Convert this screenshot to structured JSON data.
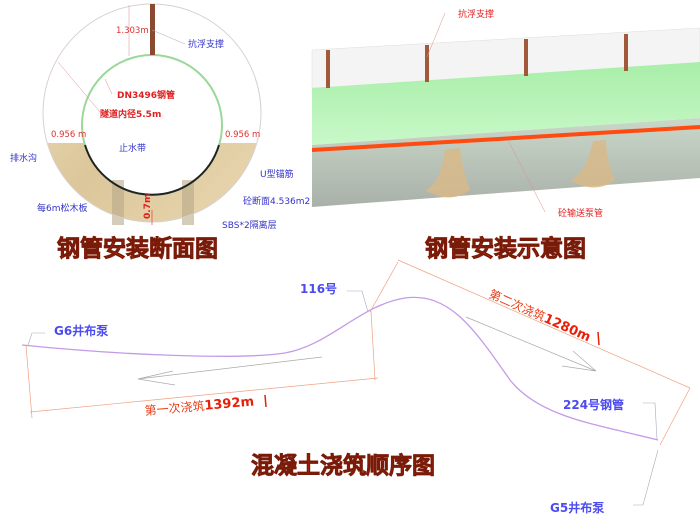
{
  "section": {
    "title": "钢管安装断面图",
    "labels": {
      "top_clearance": "1.303m",
      "anti_float": "抗浮支撑",
      "steel_pipe": "DN3496钢管",
      "tunnel_diameter": "隧道内径5.5m",
      "left_gap": "0.956 m",
      "right_gap": "0.956 m",
      "waterstop": "止水带",
      "drain": "排水沟",
      "u_anchor": "U型锚筋",
      "concrete_area": "砼断面4.536m2",
      "formwork": "每6m松木板",
      "bottom_thickness": "0.7m",
      "sbs": "SBS*2隔离层"
    }
  },
  "schematic": {
    "title": "钢管安装示意图",
    "labels": {
      "anti_float": "抗浮支撑",
      "pump_pipe": "砼输送泵管"
    }
  },
  "sequence": {
    "title": "混凝土浇筑顺序图",
    "labels": {
      "g6": "G6井布泵",
      "n116": "116号",
      "n224": "224号钢管",
      "g5": "G5井布泵",
      "first_pour_prefix": "第一次浇筑",
      "first_pour_value": "1392m",
      "second_pour_prefix": "第二次浇筑",
      "second_pour_value": "1280m"
    }
  },
  "colors": {
    "title": "#e8401a",
    "pipe_green": "#bdf5bd",
    "label_blue": "#4b4bf0",
    "route_purple": "#c39be8",
    "dimension_orange": "#f0a080"
  }
}
